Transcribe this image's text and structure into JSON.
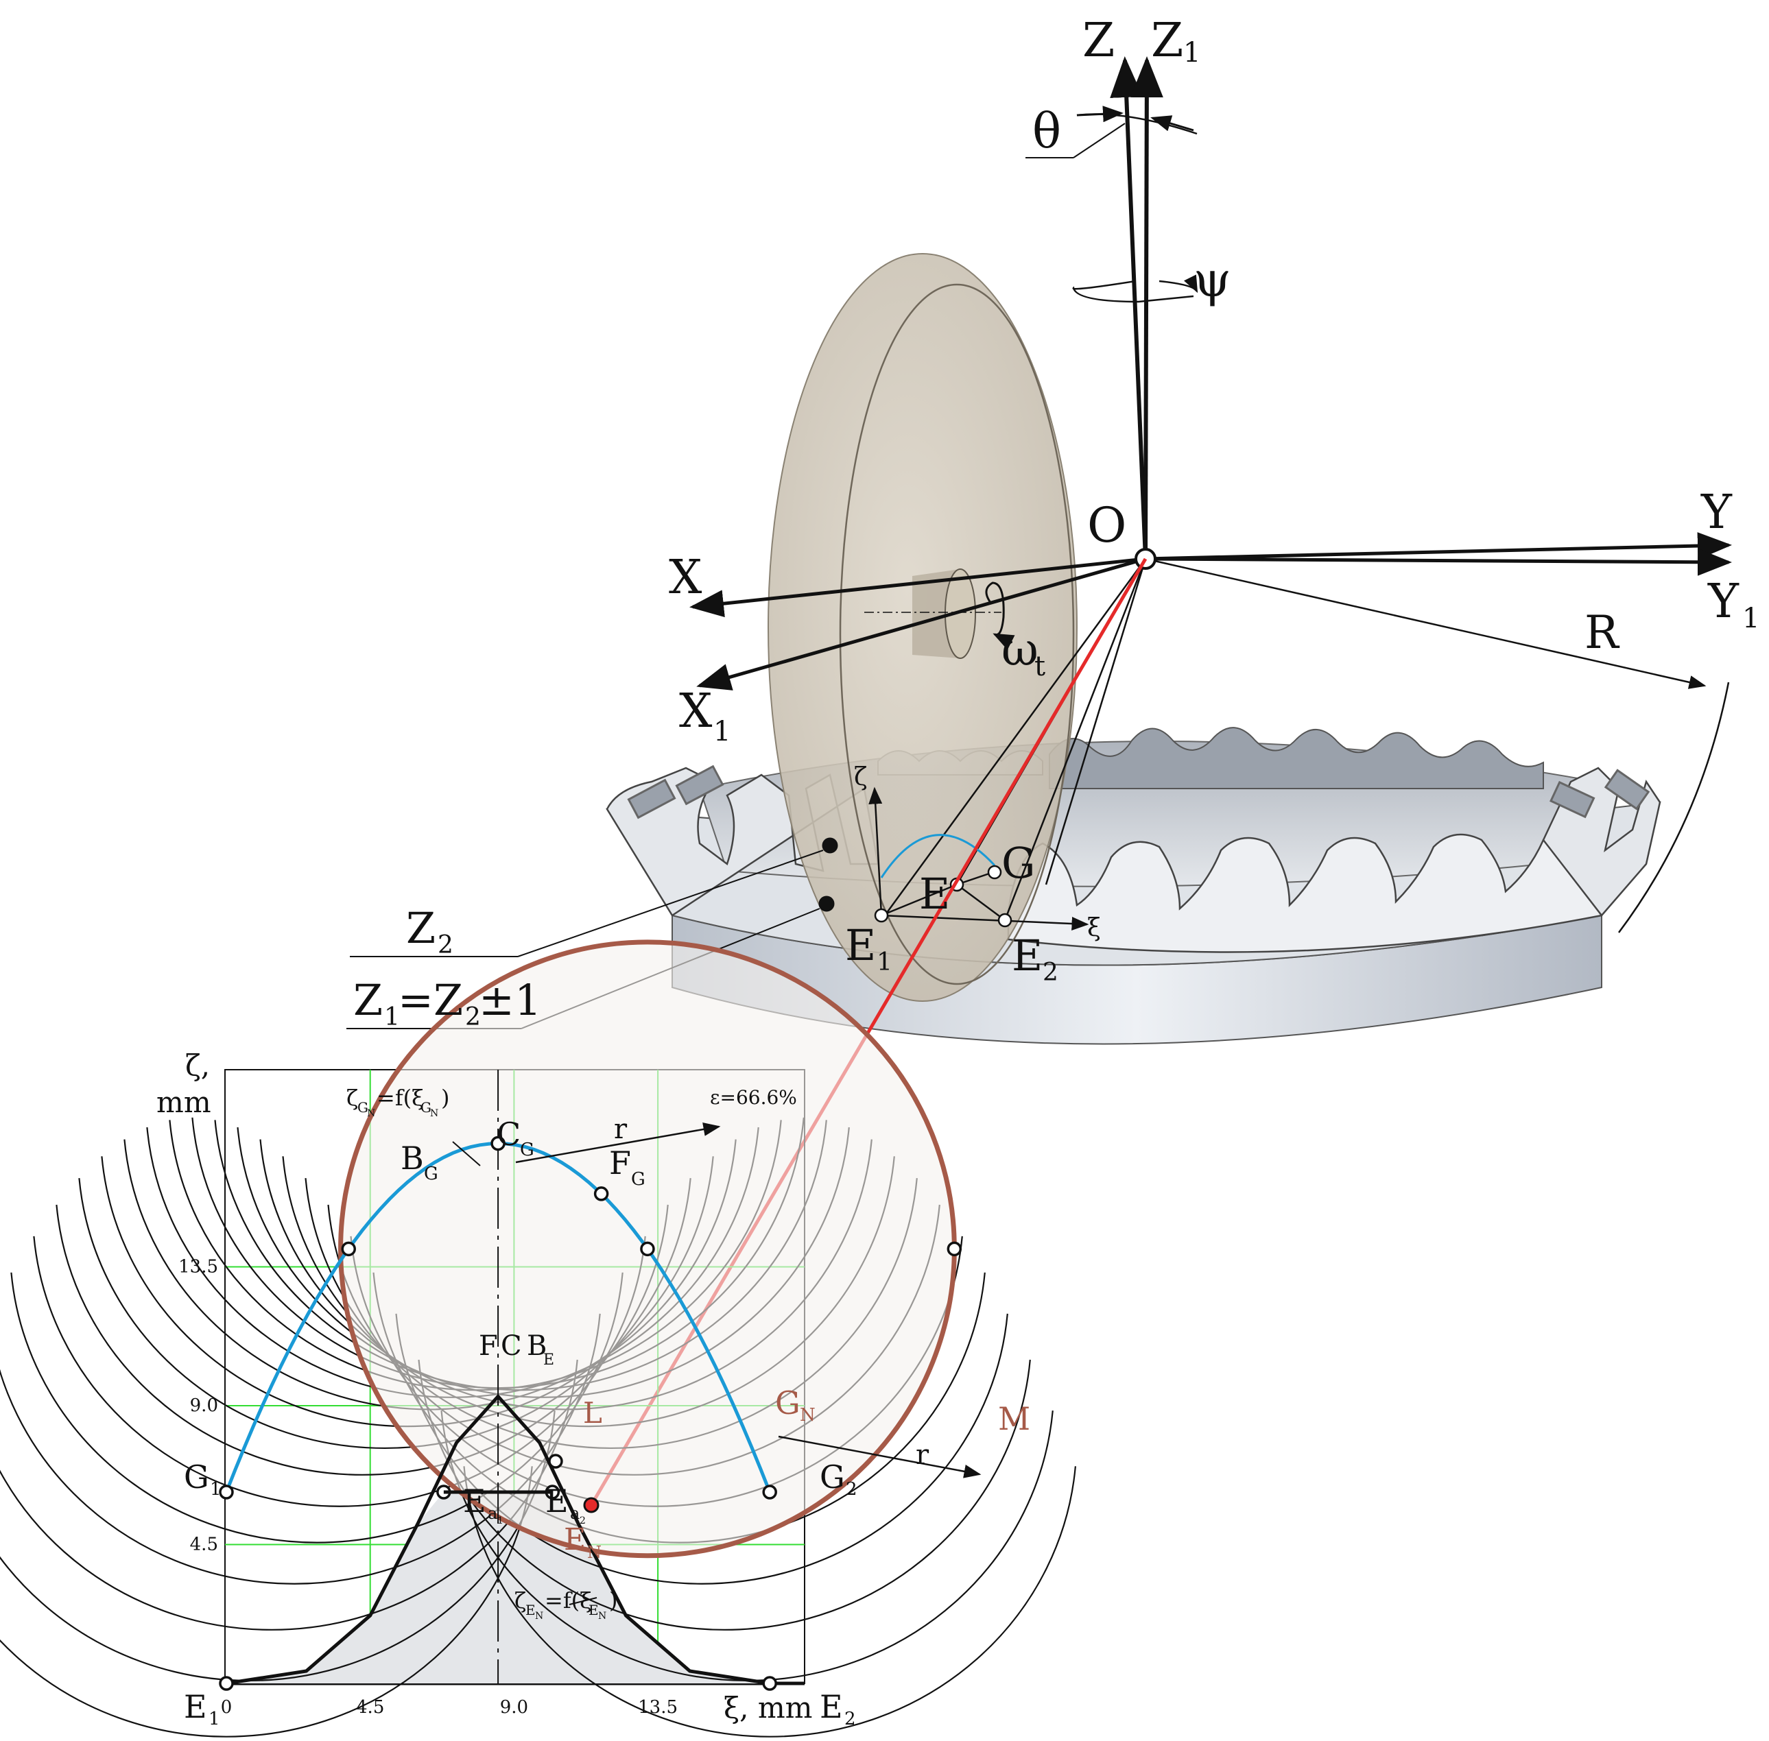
{
  "axes_3d": {
    "z": "Z",
    "z1": "Z",
    "z1_sub": "1",
    "theta": "θ",
    "psi": "ψ",
    "origin": "O",
    "x": "X",
    "x1": "X",
    "x1_sub": "1",
    "y": "Y",
    "y1": "Y",
    "y1_sub": "1",
    "omega": "ω",
    "omega_sub": "t",
    "radius": "R"
  },
  "gear_labels": {
    "zeta": "ζ",
    "xi": "ξ",
    "g": "G",
    "e": "E",
    "e1": "E",
    "e1_sub": "1",
    "e2": "E",
    "e2_sub": "2",
    "z2": "Z",
    "z2_sub": "2",
    "z1eq": "Z",
    "z1eq_sub": "1",
    "z1eq_rest": "=Z",
    "z1eq_sub2": "2",
    "z1eq_tail": "±1"
  },
  "plot": {
    "ylabel_1": "ζ,",
    "ylabel_2": "mm",
    "xlabel": "ξ, mm",
    "x_ticks": [
      "0",
      "4.5",
      "9.0",
      "13.5"
    ],
    "y_ticks": [
      "13.5",
      "9.0",
      "4.5"
    ],
    "epsilon": "ε=66.6%",
    "func_g": {
      "a": "ζ",
      "a_sub": "G",
      "a_sub2": "N",
      "b": "=f(ξ",
      "b_sub": "G",
      "b_sub2": "N",
      "c": ")"
    },
    "func_e": {
      "a": "ζ",
      "a_sub": "E",
      "a_sub2": "N",
      "b": "=f(ξ",
      "b_sub": "E",
      "b_sub2": "N",
      "c": ")"
    },
    "points": {
      "cg": "C",
      "cg_sub": "G",
      "bg": "B",
      "bg_sub": "G",
      "fg": "F",
      "fg_sub": "G",
      "g1": "G",
      "g1_sub": "1",
      "g2": "G",
      "g2_sub": "2",
      "gn": "G",
      "gn_sub": "N",
      "m": "M",
      "l": "L",
      "r1": "r",
      "r2": "r",
      "ea1": "E",
      "ea1_sub": "a",
      "ea1_sub2": "1",
      "ea2": "E",
      "ea2_sub": "a",
      "ea2_sub2": "2",
      "en": "E",
      "en_sub": "N",
      "e1": "E",
      "e1_sub": "1",
      "e2": "E",
      "e2_sub": "2",
      "center_f": "F",
      "center_c": "C",
      "center_b": "B",
      "center_sub": "E"
    }
  },
  "colors": {
    "blue_curve": "#1a9ad6",
    "red_line": "#e52a2a",
    "brown": "#a65a48",
    "grid": "#33dd33",
    "wheel": "#cfc7b9",
    "gear": "#c9ced6"
  }
}
